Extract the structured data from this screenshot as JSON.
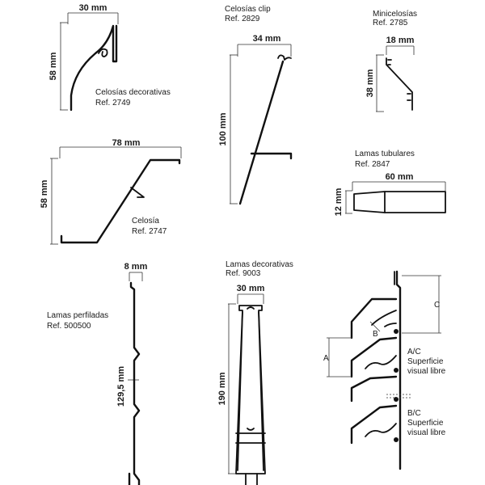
{
  "profiles": {
    "celosias_decorativas": {
      "name": "Celosías decorativas",
      "ref": "Ref. 2749",
      "width": "30 mm",
      "height": "58 mm"
    },
    "celosias_clip": {
      "name": "Celosías clip",
      "ref": "Ref. 2829",
      "width": "34 mm",
      "height": "100 mm"
    },
    "minicelosias": {
      "name": "Minicelosías",
      "ref": "Ref. 2785",
      "width": "18 mm",
      "height": "38 mm"
    },
    "celosia": {
      "name": "Celosía",
      "ref": "Ref. 2747",
      "width": "78 mm",
      "height": "58 mm"
    },
    "lamas_tubulares": {
      "name": "Lamas tubulares",
      "ref": "Ref. 2847",
      "width": "60 mm",
      "height": "12 mm"
    },
    "lamas_perfiladas": {
      "name": "Lamas perfiladas",
      "ref": "Ref. 500500",
      "width": "8 mm",
      "height": "129,5 mm"
    },
    "lamas_decorativas": {
      "name": "Lamas decorativas",
      "ref": "Ref. 9003",
      "width": "30 mm",
      "height": "190 mm"
    }
  },
  "spacing_diagram": {
    "label_a": "A",
    "label_b": "B",
    "label_c": "C",
    "note1_title": "A/C",
    "note1_line1": "Superficie",
    "note1_line2": "visual libre",
    "note2_title": "B/C",
    "note2_line1": "Superficie",
    "note2_line2": "visual libre"
  }
}
